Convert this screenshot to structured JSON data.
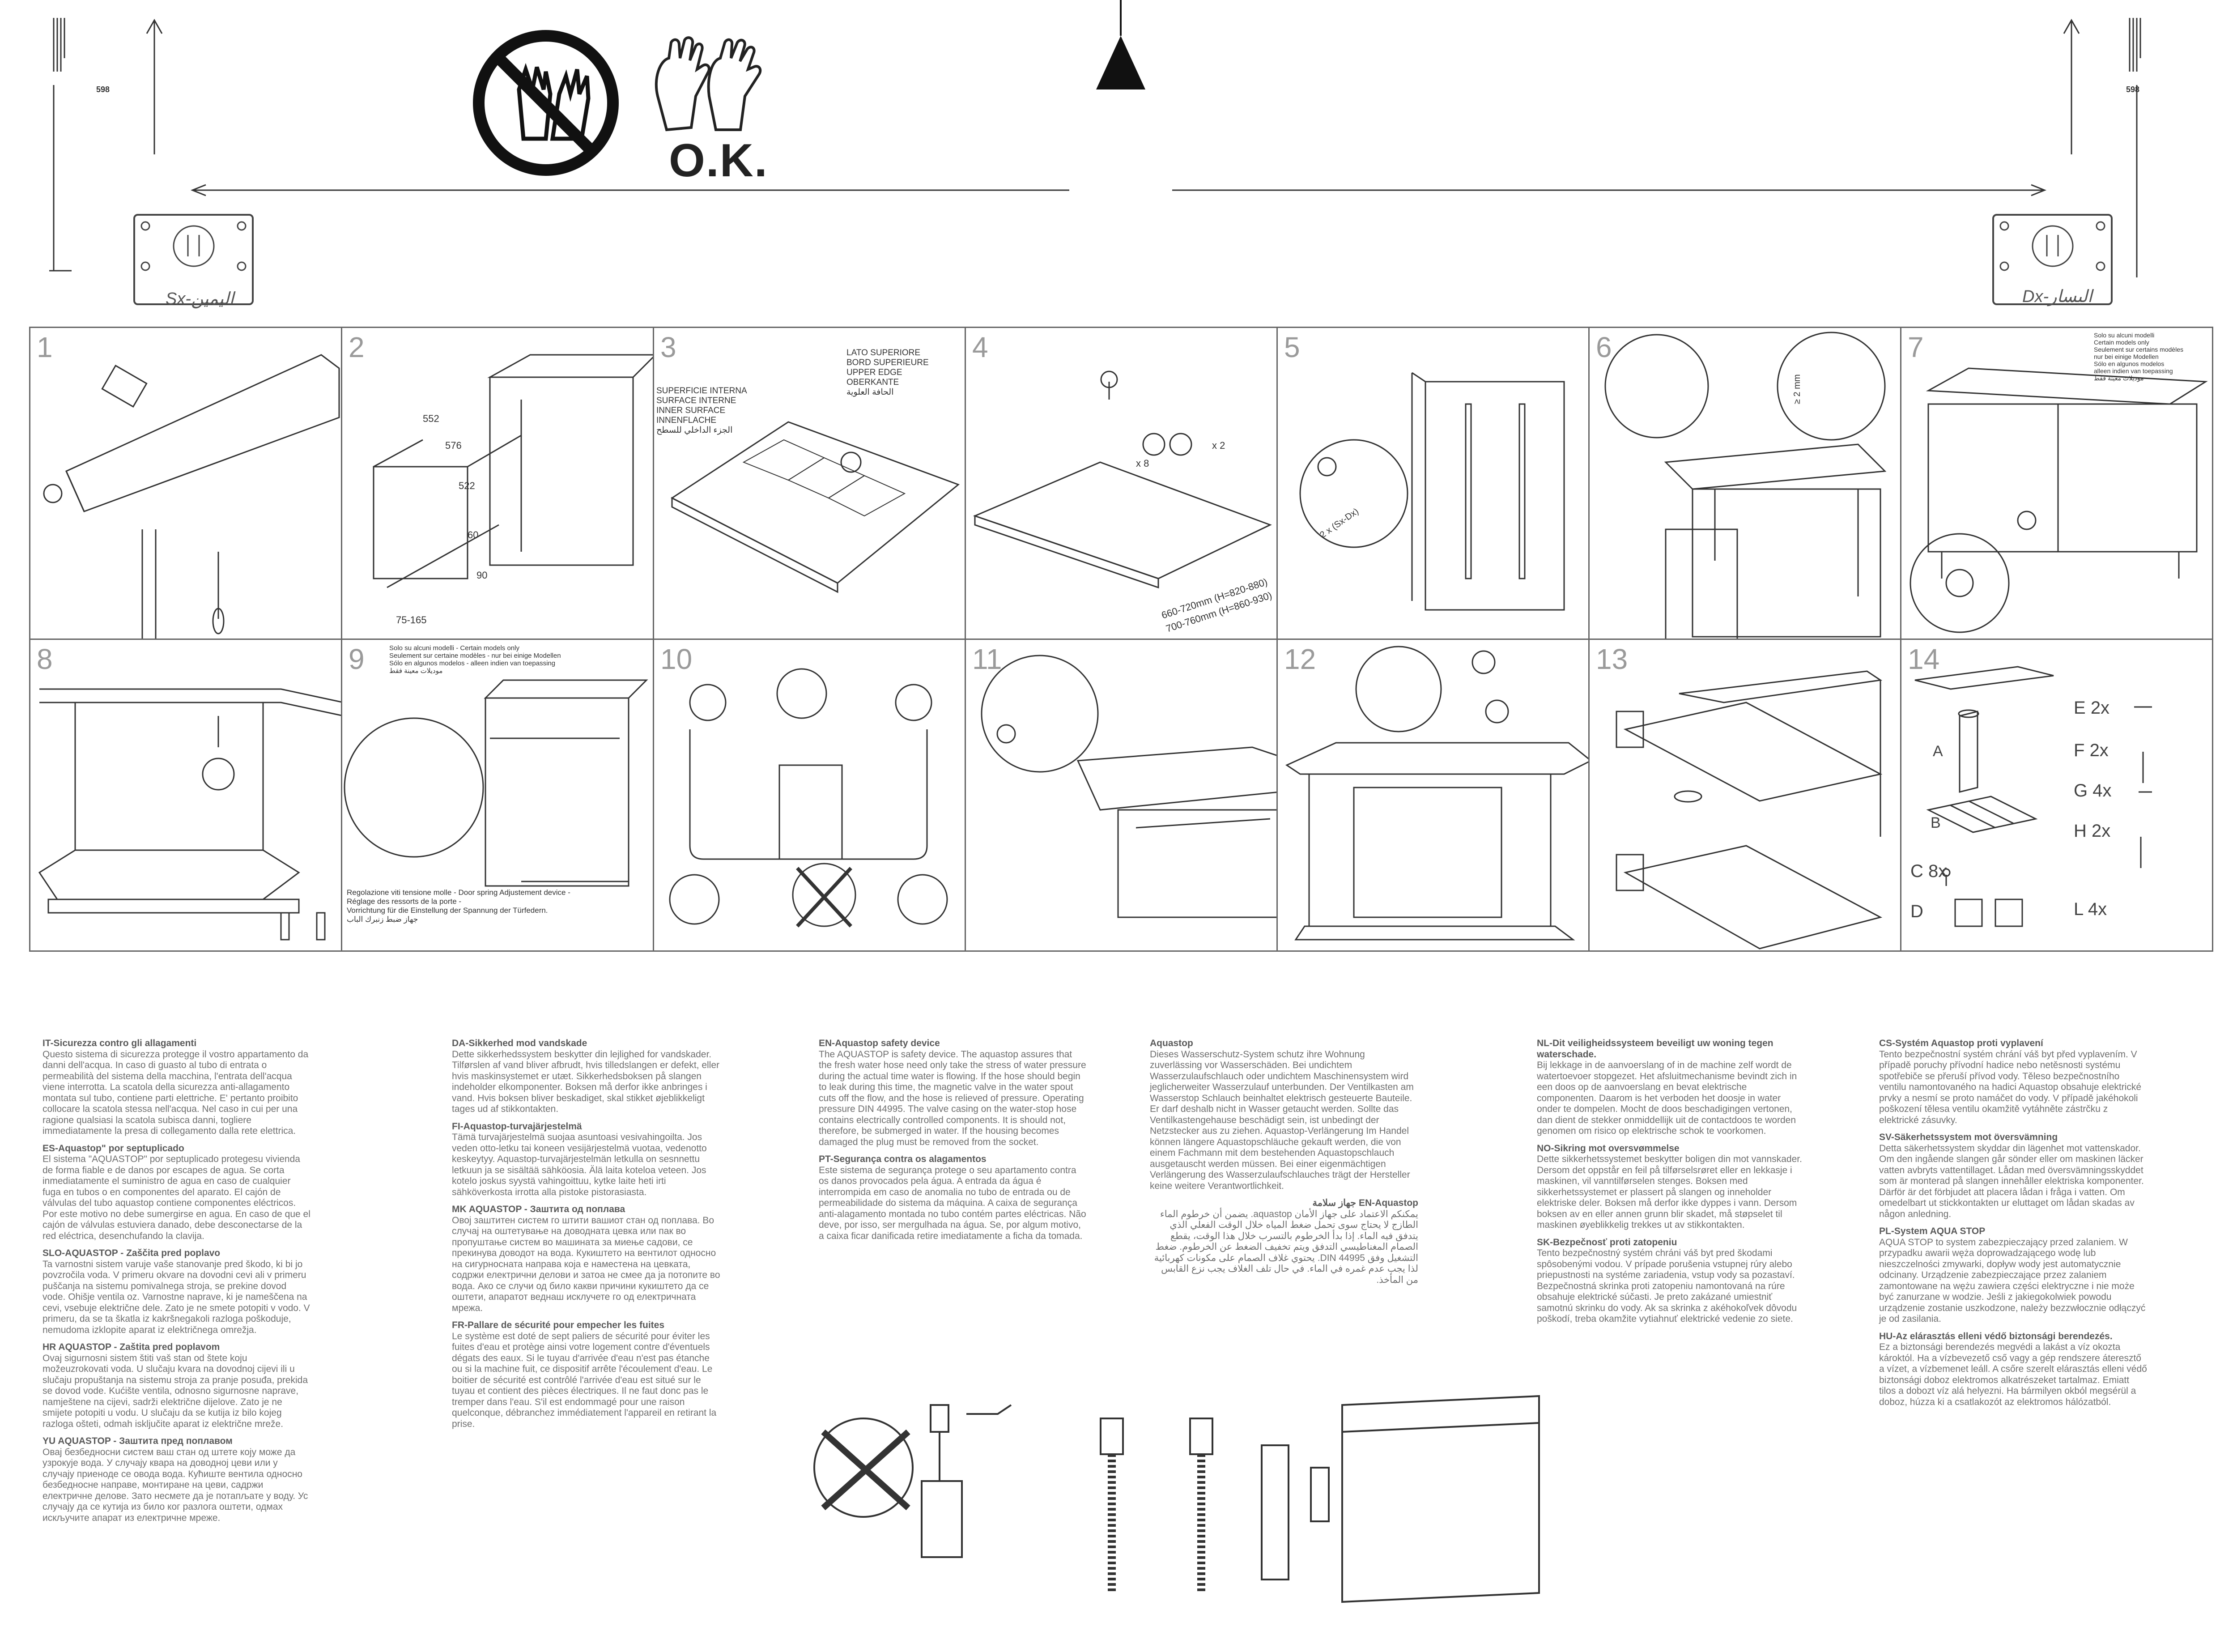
{
  "header": {
    "ok_label": "O.K.",
    "dim_left": "598",
    "dim_right": "598",
    "plate_left_label": "Sx-اليمين",
    "plate_right_label": "Dx-اليسار"
  },
  "panels": [
    {
      "num": "1"
    },
    {
      "num": "2"
    },
    {
      "num": "3",
      "text_top": "LATO SUPERIORE\nBORD SUPERIEURE\nUPPER EDGE\nOBERKANTE\nالحافة العلوية",
      "text_left": "SUPERFICIE INTERNA\nSURFACE INTERNE\nINNER SURFACE\nINNENFLACHE\nالجزء الداخلي للسطح"
    },
    {
      "num": "4",
      "dim1": "660-720mm (H=820-880)",
      "dim2": "700-760mm (H=860-930)",
      "x8": "x 8",
      "x2": "x 2"
    },
    {
      "num": "5",
      "x2": "2 x (Sx-Dx)"
    },
    {
      "num": "6",
      "dim": "≥ 2 mm"
    },
    {
      "num": "7",
      "note": "Solo su alcuni modelli\nCertain models only\nSeulement sur certains modèles\nnur bei einige Modellen\nSólo en algunos modelos\nalleen indien van toepassing\nموديلات معينة فقط"
    },
    {
      "num": "8"
    },
    {
      "num": "9",
      "note_top": "Solo su alcuni modelli - Certain models only\nSeulement sur certaine modèles - nur bei einige Modellen\nSólo en algunos modelos - alleen indien van toepassing\nموديلات معينة فقط",
      "note_bottom": "Regolazione viti tensione molle - Door spring Adjustement device -\nRéglage des ressorts de la porte -\nVorrichtung für die Einstellung der Spannung der Türfedern.\nجهاز ضبط زنبرك الباب"
    },
    {
      "num": "10"
    },
    {
      "num": "11"
    },
    {
      "num": "12"
    },
    {
      "num": "13"
    },
    {
      "num": "14",
      "parts": [
        {
          "code": "E",
          "qty": "2x"
        },
        {
          "code": "F",
          "qty": "2x"
        },
        {
          "code": "G",
          "qty": "4x"
        },
        {
          "code": "H",
          "qty": "2x"
        },
        {
          "code": "C",
          "qty": "8x"
        },
        {
          "code": "L",
          "qty": "4x"
        },
        {
          "code": "A",
          "qty": ""
        },
        {
          "code": "B",
          "qty": ""
        },
        {
          "code": "D",
          "qty": ""
        }
      ]
    }
  ],
  "texts": {
    "col1": [
      {
        "h": "IT-Sicurezza contro gli allagamenti",
        "b": "Questo sistema di sicurezza protegge il vostro appartamento da danni dell'acqua. In caso di guasto al tubo di entrata o permeabilità del sistema della macchina, l'entrata dell'acqua viene interrotta. La scatola della sicurezza anti-allagamento montata sul tubo, contiene parti elettriche. E' pertanto proibito collocare la scatola stessa nell'acqua. Nel caso in cui per una ragione qualsiasi la scatola subisca danni, togliere immediatamente la presa di collegamento dalla rete elettrica."
      },
      {
        "h": "ES-Aquastop\" por septuplicado",
        "b": "El sistema \"AQUASTOP\" por septuplicado protegesu vivienda de forma fiable e de danos por escapes de agua. Se corta inmediatamente el suministro de agua en caso de cualquier fuga en tubos o en componentes del aparato. El cajón de válvulas del tubo aquastop contiene componentes eléctricos. Por este motivo no debe sumergirse en agua. En caso de que el cajón de válvulas estuviera danado, debe desconectarse de la red eléctrica, desenchufando la clavija."
      },
      {
        "h": "SLO-AQUASTOP - Zaščita pred poplavo",
        "b": "Ta varnostni sistem varuje vaše stanovanje pred škodo, ki bi jo povzročila voda. V primeru okvare na dovodni cevi ali v primeru puščanja na sistemu pomivalnega stroja, se prekine dovod vode. Ohišje ventila oz. Varnostne naprave, ki je nameščena na cevi, vsebuje električne dele. Zato je ne smete potopiti v vodo. V primeru, da se ta škatla iz kakršnegakoli razloga poškoduje, nemudoma izklopite aparat iz električnega omrežja."
      },
      {
        "h": "HR AQUASTOP - Zaštita pred poplavom",
        "b": "Ovaj sigurnosni sistem štiti vaš stan od štete koju možeuzrokovati voda. U slučaju kvara na dovodnoj cijevi ili u slučaju propuštanja na sistemu stroja za pranje posuđa, prekida se dovod vode. Kućište ventila, odnosno sigurnosne naprave, namještene na cijevi, sadrži električne dijelove. Zato je ne smijete potopiti u vodu. U slučaju da se kutija iz bilo kojeg razloga ošteti, odmah isključite aparat iz električne mreže."
      },
      {
        "h": "YU AQUASTOP - Заштита пред поплавом",
        "b": "Овај безбедносни систем ваш стан од штете коју може да узрокује вода. У случају квара на доводној цеви или у случају приеноде се овода вода. Кућиште вентила односно безбедносне направе, монтиране на цеви, садржи електричне делове. Зато несмете да је потапљате у воду. Ус случају да се кутија из било ког разлога оштети, одмах искључите апарат из електричне мреже."
      }
    ],
    "col2": [
      {
        "h": "DA-Sikkerhed mod vandskade",
        "b": "Dette sikkerhedssystem beskytter din lejlighed for vandskader. Tilførslen af vand bliver afbrudt, hvis tilledslangen er defekt, eller hvis maskinsystemet er utæt. Sikkerhedsboksen på slangen indeholder elkomponenter. Boksen må derfor ikke anbringes i vand. Hvis boksen bliver beskadiget, skal stikket øjeblikkeligt tages ud af stikkontakten."
      },
      {
        "h": "FI-Aquastop-turvajärjestelmä",
        "b": "Tämä turvajärjestelmä suojaa asuntoasi vesivahingoilta. Jos veden otto-letku tai koneen vesijärjestelmä vuotaa, vedenotto keskeytyy. Aquastop-turvajärjestelmän letkulla on sesnnettu letkuun ja se sisältää sähköosia. Älä laita koteloa veteen. Jos kotelo joskus syystä vahingoittuu, kytke laite heti irti sähköverkosta irrotta alla pistoke pistorasiasta."
      },
      {
        "h": "MK AQUASTOP - Заштита од поплава",
        "b": "Овој заштитен систем го штити вашиот стан од поплава. Во случај на оштетување на доводната цевка или пак во пропуштање систем во машината за миење садови, се прекинува доводот на вода. Кукиштето на вентилот односно на сигурносната направа која е наместена на цевката, содржи електрични делови и затоа не смее да ја потопите во вода. Ако се случи од било какви причини кукиштето да се оштети, апаратот веднаш исклучете го од електричната мрежа."
      },
      {
        "h": "FR-Pallare de sécurité pour empecher les fuites",
        "b": "Le système est doté de sept paliers de sécurité pour éviter les fuites d'eau et protège ainsi votre logement contre d'éventuels dégats des eaux. Si le tuyau d'arrivée d'eau n'est pas étanche ou si la machine fuit, ce dispositif arrête l'écoulement d'eau. Le boitier de sécurité est contrôlé l'arrivée d'eau est situé sur le tuyau et contient des pièces électriques. Il ne faut donc pas le tremper dans l'eau. S'il est endommagé pour une raison quelconque, débranchez immédiatement l'appareil en retirant la prise."
      }
    ],
    "col3": [
      {
        "h": "EN-Aquastop safety device",
        "b": "The AQUASTOP is safety device. The aquastop assures that the fresh water hose need only take the stress of water pressure during the actual time water is flowing. If the hose should begin to leak during this time, the magnetic valve in the water spout cuts off the flow, and the hose is relieved of pressure. Operating pressure DIN 44995. The valve casing on the water-stop hose contains electrically controlled components. It is should not, therefore, be submerged in water. If the housing becomes damaged the plug must be removed from the socket."
      },
      {
        "h": "PT-Segurança contra os alagamentos",
        "b": "Este sistema de segurança protege o seu apartamento contra os danos provocados pela água. A entrada da água é interrompida em caso de anomalia no tubo de entrada ou de permeabilidade do sistema da máquina. A caixa de segurança anti-alagamento montada no tubo contém partes eléctricas. Não deve, por isso, ser mergulhada na água. Se, por algum motivo, a caixa ficar danificada retire imediatamente a ficha da tomada."
      }
    ],
    "col4": [
      {
        "h": "Aquastop",
        "b": "Dieses Wasserschutz-System schutz ihre Wohnung zuverlässing vor Wasserschäden. Bei undichtem Wasserzulaufschlauch oder undichtem Maschinensystem wird jeglicherweiter Wasserzulauf unterbunden. Der Ventilkasten am Wasserstop Schlauch beinhaltet elektrisch gesteuerte Bauteile. Er darf deshalb nicht in Wasser getaucht werden. Sollte das Ventilkastengehause beschädigt sein, ist unbedingt der Netzstecker aus zu ziehen. Aquastop-Verlängerung Im Handel können längere Aquastopschläuche gekauft werden, die von einem Fachmann mit dem bestehenden Aquastopschlauch ausgetauscht werden müssen. Bei einer eigenmächtigen Verlängerung des Wasserzulaufschlauches trägt der Hersteller keine weitere Verantwortlichkeit."
      },
      {
        "h": "EN-Aquastop جهاز سلامة",
        "b": "يمكنكم الاعتماد على جهاز الأمان aquastop. يضمن أن خرطوم الماء الطازج لا يحتاج سوى تحمل ضغط المياه خلال الوقت الفعلي الذي يتدفق فيه الماء. إذا بدأ الخرطوم بالتسرب خلال هذا الوقت، يقطع الصمام المغناطيسي التدفق ويتم تخفيف الضغط عن الخرطوم. ضغط التشغيل وفق DIN 44995. يحتوي غلاف الصمام على مكونات كهربائية لذا يجب عدم غمره في الماء. في حال تلف الغلاف يجب نزع القابس من المأخذ."
      }
    ],
    "col5": [
      {
        "h": "NL-Dit veiligheidssysteem beveiligt uw woning tegen waterschade.",
        "b": "Bij lekkage in de aanvoerslang of in de machine zelf wordt de watertoevoer stopgezet. Het afsluitmechanisme bevindt zich in een doos op de aanvoerslang en bevat elektrische componenten. Daarom is het verboden het doosje in water onder te dompelen. Mocht de doos beschadigingen vertonen, dan dient de stekker onmiddellijk uit de contactdoos te worden genomen om risico op elektrische schok te voorkomen."
      },
      {
        "h": "NO-Sikring mot oversvømmelse",
        "b": "Dette sikkerhetssystemet beskytter boligen din mot vannskader. Dersom det oppstår en feil på tilførselsrøret eller en lekkasje i maskinen, vil vanntilførselen stenges. Boksen med sikkerhetssystemet er plassert på slangen og inneholder elektriske deler. Boksen må derfor ikke dyppes i vann. Dersom boksen av en eller annen grunn blir skadet, må støpselet til maskinen øyeblikkelig trekkes ut av stikkontakten."
      },
      {
        "h": "SK-Bezpečnosť proti zatopeniu",
        "b": "Tento bezpečnostný systém chráni váš byt pred škodami spôsobenými vodou. V prípade porušenia vstupnej rúry alebo priepustnosti na systéme zariadenia, vstup vody sa pozastaví. Bezpečnostná skrinka proti zatopeniu namontovaná na rúre obsahuje elektrické súčasti. Je preto zakázané umiestniť samotnú skrinku do vody. Ak sa skrinka z akéhokoľvek dôvodu poškodí, treba okamžite vytiahnuť elektrické vedenie zo siete."
      }
    ],
    "col6": [
      {
        "h": "CS-Systém Aquastop proti vyplavení",
        "b": "Tento bezpečnostní systém chrání váš byt před vyplavením. V případě poruchy přívodní hadice nebo netěsnosti systému spotřebiče se přeruší přívod vody. Těleso bezpečnostního ventilu namontovaného na hadici Aquastop obsahuje elektrické prvky a nesmí se proto namáčet do vody. V případě jakéhokoli poškození tělesa ventilu okamžitě vytáhněte zástrčku z elektrické zásuvky."
      },
      {
        "h": "SV-Säkerhetssystem mot översvämning",
        "b": "Detta säkerhetssystem skyddar din lägenhet mot vattenskador. Om den ingående slangen går sönder eller om maskinen läcker vatten avbryts vattentillaget. Lådan med översvämningsskyddet som är monterad på slangen innehåller elektriska komponenter. Därför är det förbjudet att placera lådan i fråga i vatten. Om omedelbart ut stickkontakten ur eluttaget om lådan skadas av någon anledning."
      },
      {
        "h": "PL-System AQUA STOP",
        "b": "AQUA STOP to system zabezpieczający przed zalaniem. W przypadku awarii węża doprowadzającego wodę lub nieszczelności zmywarki, dopływ wody jest automatycznie odcinany. Urządzenie zabezpieczające przez zalaniem zamontowane na wężu zawiera części elektryczne i nie może być zanurzane w wodzie. Jeśli z jakiegokolwiek powodu urządzenie zostanie uszkodzone, należy bezzwłocznie odłączyć je od zasilania."
      },
      {
        "h": "HU-Az elárasztás elleni védő biztonsági berendezés.",
        "b": "Ez a biztonsági berendezés megvédi a lakást a víz okozta károktól. Ha a vízbevezető cső vagy a gép rendszere áteresztő a vízet, a vízbemenet leáll. A csőre szerelt elárasztás elleni védő biztonsági doboz elektromos alkatrészeket tartalmaz. Emiatt tilos a dobozt víz alá helyezni. Ha bármilyen okból megsérül a doboz, húzza ki a csatlakozót az elektromos hálózatból."
      }
    ]
  }
}
